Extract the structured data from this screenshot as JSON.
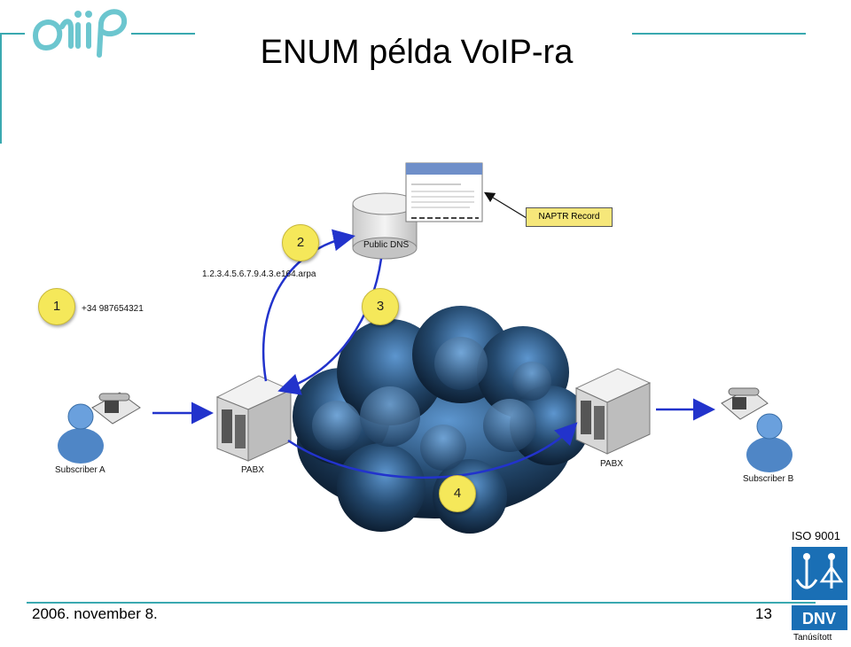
{
  "slide": {
    "title": "ENUM példa VoIP-ra",
    "date": "2006. november 8.",
    "page_number": "13",
    "iso_label": "ISO 9001",
    "dnv_logo_text": "DNV",
    "certified_label": "Tanúsított"
  },
  "diagram": {
    "steps": [
      "1",
      "2",
      "3",
      "4"
    ],
    "number_label": "+34 987654321",
    "enum_domain_label": "1.2.3.4.5.6.7.9.4.3.e164.arpa",
    "dns_label": "Public DNS",
    "naptr_label": "NAPTR Record",
    "pabx_left_label": "PABX",
    "pabx_right_label": "PABX",
    "subscriber_a_label": "Subscriber A",
    "subscriber_b_label": "Subscriber B"
  },
  "colors": {
    "accent_teal": "#3aa9b0",
    "arrow_blue": "#2233cc",
    "step_badge": "#f5e85a",
    "naptr_fill": "#f6e77a",
    "cloud_dark": "#0d1f33",
    "cloud_light": "#5d96cf",
    "dnv_blue": "#1a6fb5"
  }
}
